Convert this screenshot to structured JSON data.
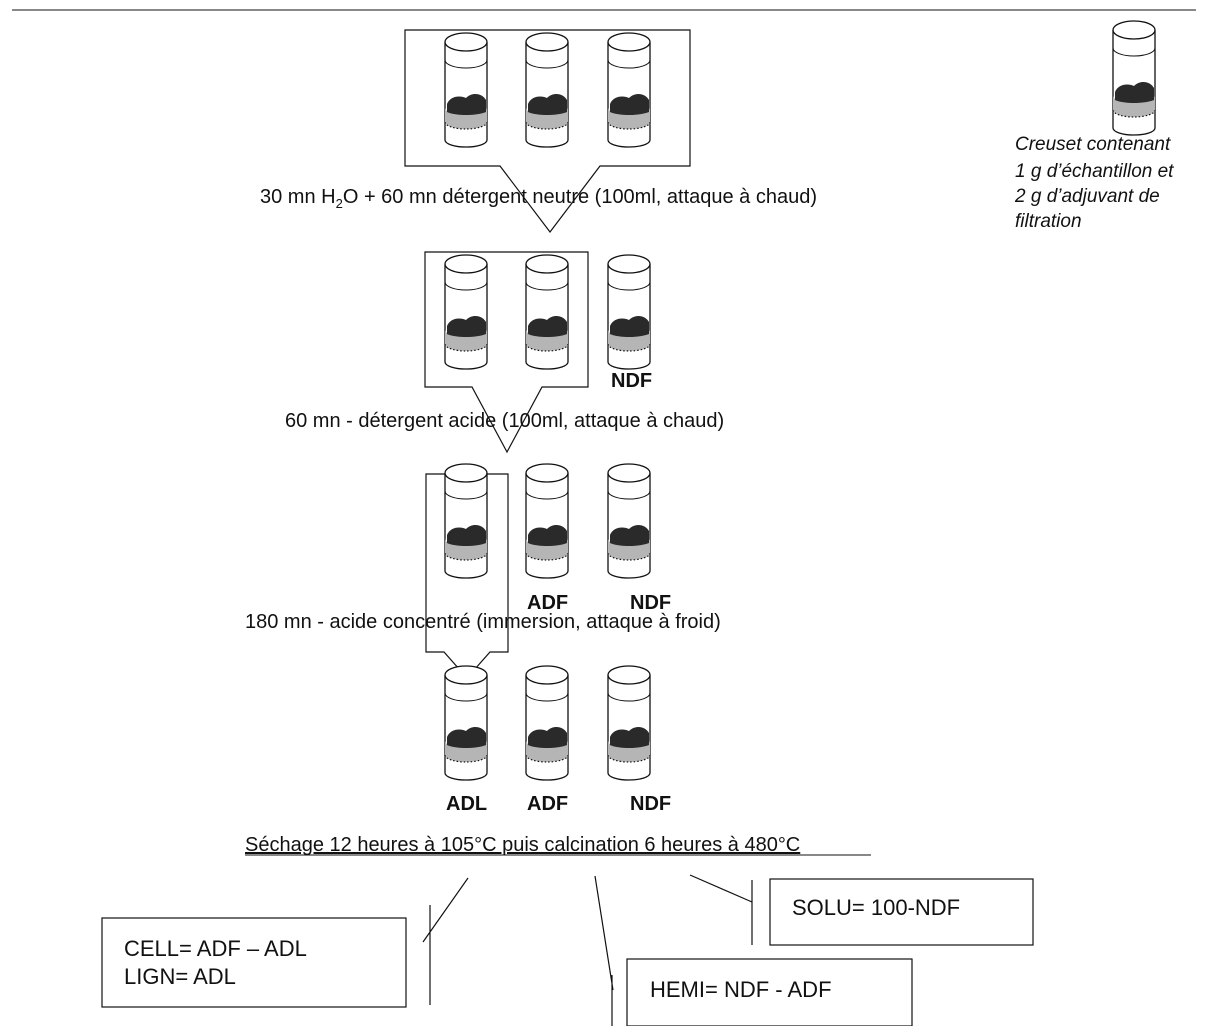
{
  "steps": [
    {
      "prefix": "30 mn H",
      "sub": "2",
      "suffix": "O +  60 mn détergent neutre (100ml, attaque à chaud)"
    },
    {
      "text": "60 mn - détergent acide (100ml, attaque à chaud)"
    },
    {
      "text": "180 mn - acide concentré (immersion, attaque à froid)"
    }
  ],
  "labels": {
    "row2_ndf": "NDF",
    "row3_adf": "ADF",
    "row3_ndf": "NDF",
    "row4_adl": "ADL",
    "row4_adf": "ADF",
    "row4_ndf": "NDF"
  },
  "drying": "Séchage 12 heures à 105°C puis calcination 6 heures à 480°C",
  "legend": [
    "Creuset contenant",
    "1 g d’échantillon et",
    "2 g d’adjuvant de",
    "filtration"
  ],
  "formulas": {
    "cell": "CELL= ADF – ADL",
    "lign": "LIGN= ADL",
    "solu": "SOLU= 100-NDF",
    "hemi": "HEMI= NDF - ADF"
  },
  "colors": {
    "ink": "#111111",
    "residue_dark": "#2a2a2a",
    "residue_grey": "#b5b5b5"
  }
}
